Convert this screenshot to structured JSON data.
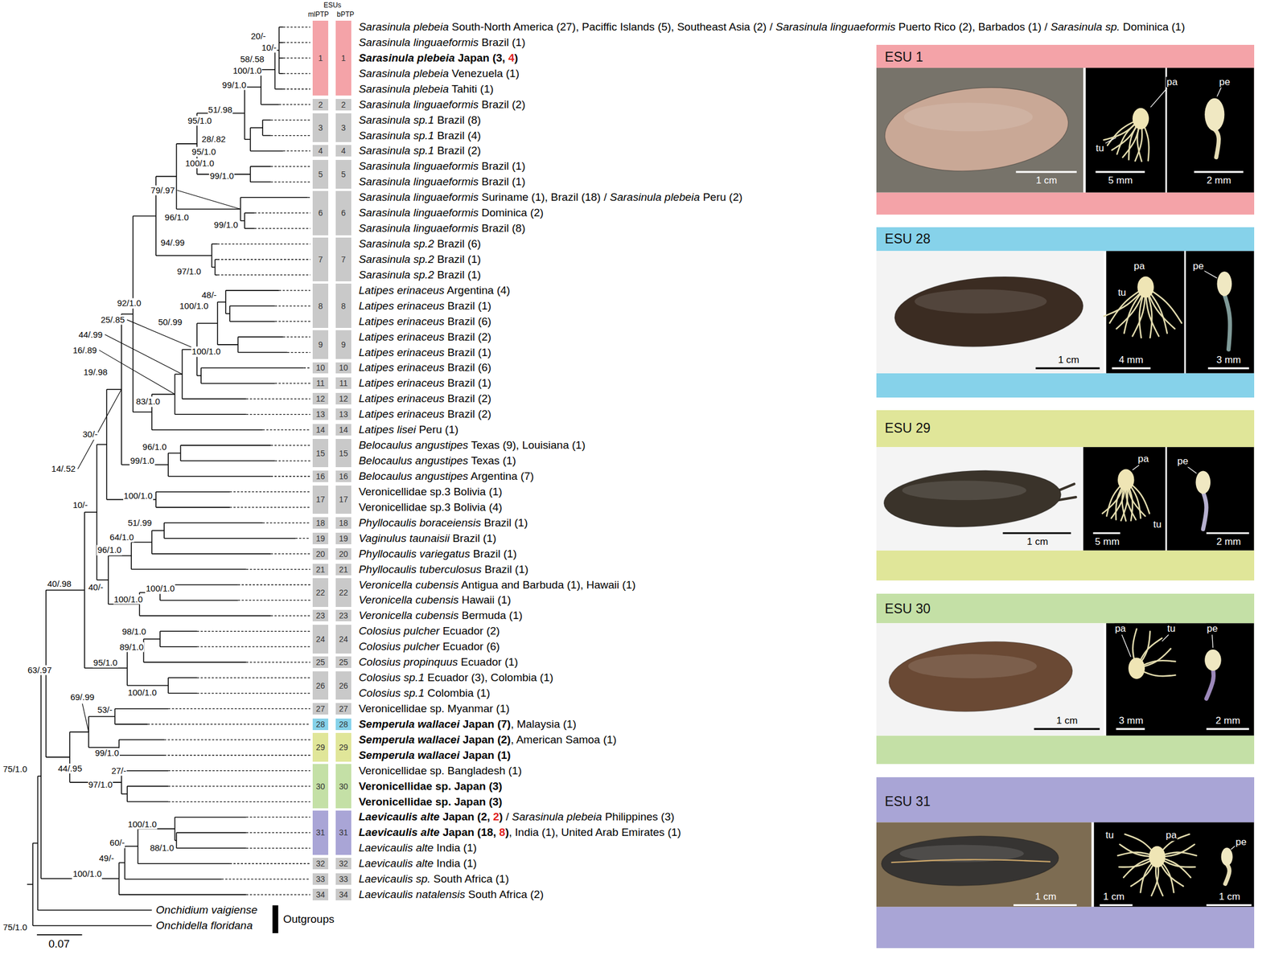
{
  "diagram": {
    "nodes": [
      {
        "text": [
          "1"
        ]
      },
      {
        "text": [
          "1"
        ]
      },
      {
        "text": [
          "2"
        ]
      },
      {
        "text": [
          "2"
        ]
      },
      {
        "text": [
          "3"
        ]
      },
      {
        "text": [
          "3"
        ]
      },
      {
        "text": [
          "4"
        ]
      },
      {
        "text": [
          "4"
        ]
      },
      {
        "text": [
          "5"
        ]
      },
      {
        "text": [
          "5"
        ]
      },
      {
        "text": [
          "6"
        ]
      },
      {
        "text": [
          "6"
        ]
      },
      {
        "text": [
          "7"
        ]
      },
      {
        "text": [
          "7"
        ]
      },
      {
        "text": [
          "8"
        ]
      },
      {
        "text": [
          "8"
        ]
      },
      {
        "text": [
          "9"
        ]
      },
      {
        "text": [
          "9"
        ]
      },
      {
        "text": [
          "10"
        ]
      },
      {
        "text": [
          "10"
        ]
      },
      {
        "text": [
          "11"
        ]
      },
      {
        "text": [
          "11"
        ]
      },
      {
        "text": [
          "12"
        ]
      },
      {
        "text": [
          "12"
        ]
      },
      {
        "text": [
          "13"
        ]
      },
      {
        "text": [
          "13"
        ]
      },
      {
        "text": [
          "14"
        ]
      },
      {
        "text": [
          "14"
        ]
      },
      {
        "text": [
          "15"
        ]
      },
      {
        "text": [
          "15"
        ]
      },
      {
        "text": [
          "16"
        ]
      },
      {
        "text": [
          "16"
        ]
      },
      {
        "text": [
          "17"
        ]
      },
      {
        "text": [
          "17"
        ]
      },
      {
        "text": [
          "18"
        ]
      },
      {
        "text": [
          "18"
        ]
      },
      {
        "text": [
          "19"
        ]
      },
      {
        "text": [
          "19"
        ]
      },
      {
        "text": [
          "20"
        ]
      },
      {
        "text": [
          "20"
        ]
      },
      {
        "text": [
          "21"
        ]
      },
      {
        "text": [
          "21"
        ]
      },
      {
        "text": [
          "22"
        ]
      },
      {
        "text": [
          "22"
        ]
      },
      {
        "text": [
          "23"
        ]
      },
      {
        "text": [
          "23"
        ]
      },
      {
        "text": [
          "24"
        ]
      },
      {
        "text": [
          "24"
        ]
      },
      {
        "text": [
          "25"
        ]
      },
      {
        "text": [
          "25"
        ]
      },
      {
        "text": [
          "26"
        ]
      },
      {
        "text": [
          "26"
        ]
      },
      {
        "text": [
          "27"
        ]
      },
      {
        "text": [
          "27"
        ]
      },
      {
        "text": [
          "28"
        ]
      },
      {
        "text": [
          "28"
        ]
      },
      {
        "text": [
          "29"
        ]
      },
      {
        "text": [
          "29"
        ]
      },
      {
        "text": [
          "30"
        ]
      },
      {
        "text": [
          "30"
        ]
      },
      {
        "text": [
          "31"
        ]
      },
      {
        "text": [
          "31"
        ]
      },
      {
        "text": [
          "32"
        ]
      },
      {
        "text": [
          "32"
        ]
      },
      {
        "text": [
          "33"
        ]
      },
      {
        "text": [
          "33"
        ]
      },
      {
        "text": [
          "34"
        ]
      },
      {
        "text": [
          "34"
        ]
      },
      {
        "text": [
          "ESU 1",
          "1 cm",
          "pa",
          "tu",
          "5 mm",
          "pe",
          "2 mm"
        ]
      },
      {
        "text": [
          "ESU 28",
          "1 cm",
          "pa",
          "tu",
          "4 mm",
          "pe",
          "3 mm"
        ]
      },
      {
        "text": [
          "ESU 29",
          "1 cm",
          "pa",
          "tu",
          "5 mm",
          "pe",
          "2 mm"
        ]
      },
      {
        "text": [
          "ESU 30",
          "1 cm",
          "pa",
          "tu",
          "3 mm",
          "pe",
          "2 mm"
        ]
      },
      {
        "text": [
          "ESU 31",
          "1 cm",
          "tu",
          "pa",
          "1 cm",
          "pe",
          "1 cm"
        ]
      }
    ],
    "labels": [
      "ESUs",
      "mlPTP",
      "bPTP",
      "Sarasinula plebeia South-North America (27), Paciffic Islands (5), Southeast Asia (2) / Sarasinula linguaeformis Puerto Rico (2), Barbados (1) / Sarasinula sp. Dominica (1)",
      "Sarasinula linguaeformis Brazil (1)",
      "Sarasinula plebeia Japan (3, 4)",
      "Sarasinula plebeia Venezuela (1)",
      "Sarasinula plebeia Tahiti (1)",
      "Sarasinula linguaeformis Brazil (2)",
      "Sarasinula sp.1 Brazil (8)",
      "Sarasinula sp.1 Brazil (4)",
      "Sarasinula sp.1 Brazil (2)",
      "Sarasinula linguaeformis Brazil (1)",
      "Sarasinula linguaeformis Brazil (1)",
      "Sarasinula linguaeformis Suriname (1), Brazil (18) / Sarasinula plebeia Peru (2)",
      "Sarasinula linguaeformis Dominica (2)",
      "Sarasinula linguaeformis Brazil (8)",
      "Sarasinula sp.2 Brazil (6)",
      "Sarasinula sp.2 Brazil (1)",
      "Sarasinula sp.2 Brazil (1)",
      "Latipes erinaceus Argentina (4)",
      "Latipes erinaceus Brazil (1)",
      "Latipes erinaceus Brazil (6)",
      "Latipes erinaceus Brazil (2)",
      "Latipes erinaceus Brazil (1)",
      "Latipes erinaceus Brazil (6)",
      "Latipes erinaceus Brazil (1)",
      "Latipes erinaceus Brazil (2)",
      "Latipes erinaceus Brazil (2)",
      "Latipes lisei Peru (1)",
      "Belocaulus angustipes Texas (9), Louisiana (1)",
      "Belocaulus angustipes Texas (1)",
      "Belocaulus angustipes Argentina (7)",
      "Veronicellidae sp.3 Bolivia (1)",
      "Veronicellidae sp.3 Bolivia (4)",
      "Phyllocaulis boraceiensis Brazil (1)",
      "Vaginulus taunaisii Brazil (1)",
      "Phyllocaulis variegatus Brazil (1)",
      "Phyllocaulis tuberculosus Brazil (1)",
      "Veronicella cubensis Antigua and Barbuda (1), Hawaii (1)",
      "Veronicella cubensis Hawaii (1)",
      "Veronicella cubensis Bermuda (1)",
      "Colosius pulcher Ecuador (2)",
      "Colosius pulcher Ecuador (6)",
      "Colosius propinquus Ecuador (1)",
      "Colosius sp.1 Ecuador (3), Colombia (1)",
      "Colosius sp.1 Colombia (1)",
      "Veronicellidae sp. Myanmar (1)",
      "Semperula wallacei Japan (7), Malaysia (1)",
      "Semperula wallacei Japan (2), American Samoa (1)",
      "Semperula wallacei Japan (1)",
      "Veronicellidae sp. Bangladesh (1)",
      "Veronicellidae sp. Japan (3)",
      "Veronicellidae sp. Japan (3)",
      "Laevicaulis alte Japan (2, 2) / Sarasinula plebeia Philippines (3)",
      "Laevicaulis alte Japan (18, 8), India (1), United Arab Emirates (1)",
      "Laevicaulis alte India (1)",
      "Laevicaulis alte India (1)",
      "Laevicaulis sp. South Africa (1)",
      "Laevicaulis natalensis South Africa (2)",
      "Onchidium vaigiense",
      "Onchidella floridana",
      "Outgroups",
      "20/-",
      "10/-",
      "58/.58",
      "100/1.0",
      "99/1.0",
      "51/.98",
      "95/1.0",
      "28/.82",
      "95/1.0",
      "100/1.0",
      "99/1.0",
      "79/.97",
      "96/1.0",
      "99/1.0",
      "94/.99",
      "97/1.0",
      "48/-",
      "92/1.0",
      "100/1.0",
      "25/.85",
      "50/.99",
      "44/.99",
      "16/.89",
      "100/1.0",
      "19/.98",
      "83/1.0",
      "30/-",
      "96/1.0",
      "99/1.0",
      "14/.52",
      "100/1.0",
      "10/-",
      "51/.99",
      "64/1.0",
      "96/1.0",
      "40/.98",
      "40/-",
      "100/1.0",
      "100/1.0",
      "98/1.0",
      "89/1.0",
      "95/1.0",
      "63/.97",
      "100/1.0",
      "69/.99",
      "53/-",
      "99/1.0",
      "27/-",
      "75/1.0",
      "44/.95",
      "97/1.0",
      "100/1.0",
      "60/-",
      "88/1.0",
      "49/-",
      "100/1.0",
      "75/1.0",
      "0.07"
    ]
  }
}
